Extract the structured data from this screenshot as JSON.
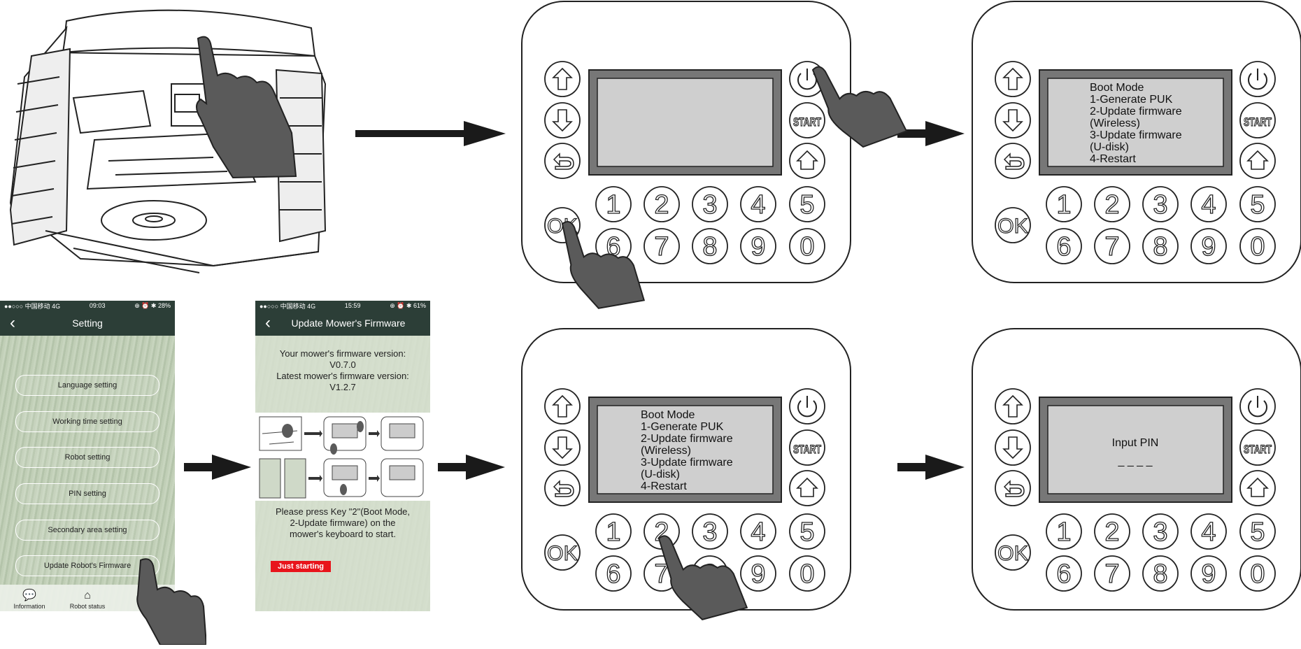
{
  "setting_screen": {
    "status": {
      "carrier": "●●○○○ 中国移动  4G",
      "time": "09:03",
      "battery": "⊕ ⏰ ✱ 28%"
    },
    "title": "Setting",
    "items": [
      {
        "label": "Language setting"
      },
      {
        "label": "Working time setting"
      },
      {
        "label": "Robot setting"
      },
      {
        "label": "PIN setting"
      },
      {
        "label": "Secondary area setting"
      },
      {
        "label": "Update Robot's Firmware"
      }
    ],
    "tabs": [
      {
        "label": "Information",
        "icon": "chat-bubble-icon"
      },
      {
        "label": "Robot status",
        "icon": "house-icon"
      }
    ]
  },
  "firmware_screen": {
    "status": {
      "carrier": "●●○○○ 中国移动  4G",
      "time": "15:59",
      "battery": "⊕ ⏰ ✱ 61%"
    },
    "title": "Update Mower's Firmware",
    "current_label": "Your mower's firmware version:",
    "current_version": "V0.7.0",
    "latest_label": "Latest mower's firmware version:",
    "latest_version": "V1.2.7",
    "instruction_1": "Please press Key \"2\"(Boot Mode,",
    "instruction_2": "2-Update firmware) on the",
    "instruction_3": "mower's keyboard to start.",
    "badge": "Just starting",
    "badge_color": "#e8141b"
  },
  "keypad": {
    "digits_row1": [
      "1",
      "2",
      "3",
      "4",
      "5"
    ],
    "digits_row2": [
      "6",
      "7",
      "8",
      "9",
      "0"
    ],
    "ok_label": "OK",
    "start_label": "START"
  },
  "boot_menu": {
    "lines": [
      "Boot Mode",
      "1-Generate PUK",
      "2-Update firmware",
      "(Wireless)",
      "3-Update firmware",
      "(U-disk)",
      "4-Restart"
    ]
  },
  "pin_screen": {
    "title": "Input PIN",
    "placeholder": "_ _ _ _"
  },
  "colors": {
    "hand": "#5a5a5a",
    "lcd_bg": "#cfcfcf",
    "lcd_frame": "#777777",
    "arrow": "#1a1a1a"
  }
}
